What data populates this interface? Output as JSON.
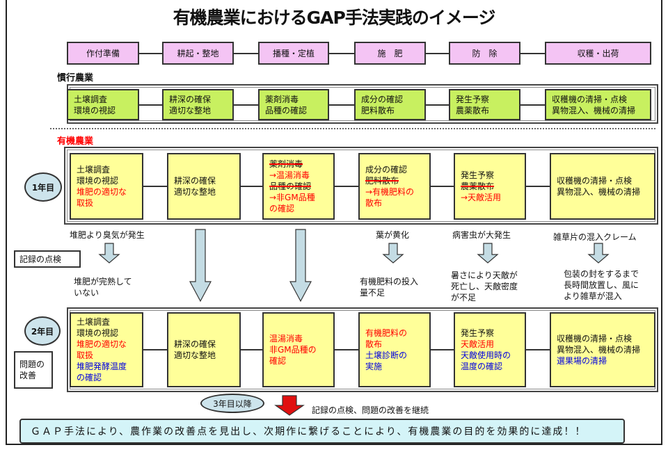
{
  "title": "有機農業におけるGAP手法実践のイメージ",
  "colors": {
    "stage": "#f4c4f4",
    "conventional": "#c8f060",
    "organic": "#ffff99",
    "red": "#ff0000",
    "blue": "#0000dd",
    "arrow": "#c4dce4"
  },
  "stages": [
    "作付準備",
    "耕起・整地",
    "播種・定植",
    "施　肥",
    "防　除",
    "収穫・出荷"
  ],
  "conventional": {
    "label": "慣行農業",
    "boxes": [
      [
        {
          "t": "土壌調査"
        },
        {
          "t": "環境の視認"
        }
      ],
      [
        {
          "t": "耕深の確保"
        },
        {
          "t": "適切な整地"
        }
      ],
      [
        {
          "t": "薬剤消毒"
        },
        {
          "t": "品種の確認"
        }
      ],
      [
        {
          "t": "成分の確認"
        },
        {
          "t": "肥料散布"
        }
      ],
      [
        {
          "t": "発生予察"
        },
        {
          "t": "農薬散布"
        }
      ],
      [
        {
          "t": "収穫機の清掃・点検"
        },
        {
          "t": "異物混入、機械の清掃"
        }
      ]
    ]
  },
  "organic": {
    "label": "有機農業",
    "year1": {
      "label": "1年目",
      "boxes": [
        [
          {
            "t": "土壌調査"
          },
          {
            "t": "環境の視認"
          },
          {
            "t": "堆肥の適切な",
            "c": "red"
          },
          {
            "t": "取扱",
            "c": "red"
          }
        ],
        [
          {
            "t": "耕深の確保"
          },
          {
            "t": "適切な整地"
          }
        ],
        [
          {
            "t": "薬剤消毒",
            "s": true
          },
          {
            "t": "→温湯消毒",
            "c": "red"
          },
          {
            "t": "品種の確認",
            "s": true
          },
          {
            "t": "→非GM品種",
            "c": "red"
          },
          {
            "t": "の確認",
            "c": "red"
          }
        ],
        [
          {
            "t": "成分の確認"
          },
          {
            "t": "肥料散布",
            "s": true
          },
          {
            "t": "→有機肥料の",
            "c": "red"
          },
          {
            "t": "散布",
            "c": "red"
          }
        ],
        [
          {
            "t": "発生予察"
          },
          {
            "t": "農薬散布",
            "s": true
          },
          {
            "t": "→天敵活用",
            "c": "red"
          }
        ],
        [
          {
            "t": "収穫機の清掃・点検"
          },
          {
            "t": "異物混入、機械の清掃"
          }
        ]
      ]
    },
    "record_check": "記録の点検",
    "problems": [
      "堆肥より臭気が発生",
      "葉が黄化",
      "病害虫が大発生",
      "雑草片の混入クレーム"
    ],
    "causes": [
      "堆肥が完熟して\nいない",
      "有機肥料の投入\n量不足",
      "暑さにより天敵が\n死亡し、天敵密度\nが不足",
      "包装の封をするまで\n長時間放置し、風に\nより雑草が混入"
    ],
    "year2": {
      "label": "2年目",
      "improve_label": "問題の\n改善",
      "boxes": [
        [
          {
            "t": "土壌調査"
          },
          {
            "t": "環境の視認"
          },
          {
            "t": "堆肥の適切な",
            "c": "red"
          },
          {
            "t": "取扱",
            "c": "red"
          },
          {
            "t": "堆肥発酵温度",
            "c": "blue"
          },
          {
            "t": "の確認",
            "c": "blue"
          }
        ],
        [
          {
            "t": "耕深の確保"
          },
          {
            "t": "適切な整地"
          }
        ],
        [
          {
            "t": "温湯消毒",
            "c": "red"
          },
          {
            "t": "非GM品種の",
            "c": "red"
          },
          {
            "t": "確認",
            "c": "red"
          }
        ],
        [
          {
            "t": "有機肥料の",
            "c": "red"
          },
          {
            "t": "散布",
            "c": "red"
          },
          {
            "t": "土壌診断の",
            "c": "blue"
          },
          {
            "t": "実施",
            "c": "blue"
          }
        ],
        [
          {
            "t": "発生予察"
          },
          {
            "t": "天敵活用",
            "c": "red"
          },
          {
            "t": "天敵使用時の",
            "c": "blue"
          },
          {
            "t": "温度の確認",
            "c": "blue"
          }
        ],
        [
          {
            "t": "収穫機の清掃・点検"
          },
          {
            "t": "異物混入、機械の清掃"
          },
          {
            "t": "選果場の清掃",
            "c": "blue"
          }
        ]
      ]
    },
    "year3": {
      "label": "3年目以降",
      "text": "記録の点検、問題の改善を継続"
    }
  },
  "conclusion": "ＧＡＰ手法により、農作業の改善点を見出し、次期作に繋げることにより、有機農業の目的を効果的に達成！！"
}
